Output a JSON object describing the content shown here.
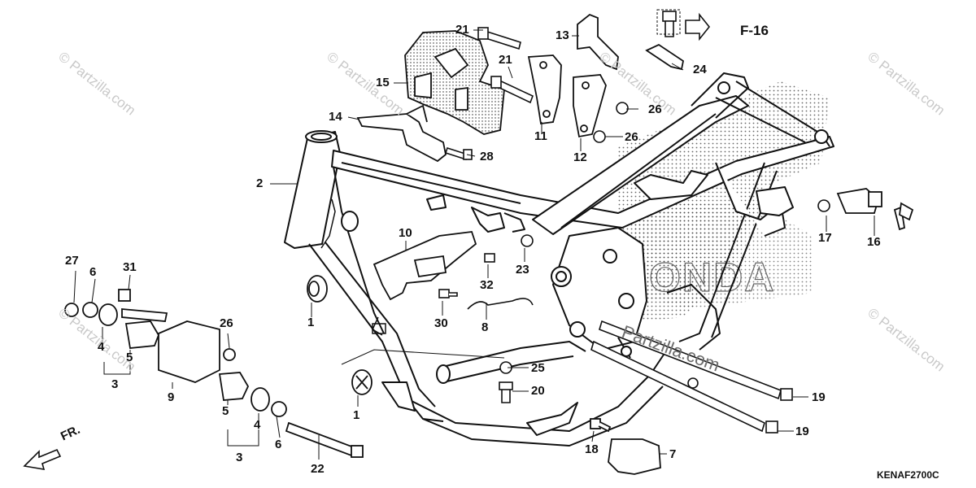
{
  "diagram": {
    "diagram_code": "KENAF2700C",
    "reference": "F-16",
    "direction_label": "FR.",
    "watermark": "© Partzilla.com",
    "center_watermark": "Partzilla.com",
    "background_logo": "HONDA",
    "callouts": [
      {
        "id": "c21a",
        "text": "21"
      },
      {
        "id": "c13",
        "text": "13"
      },
      {
        "id": "c21b",
        "text": "21"
      },
      {
        "id": "c15",
        "text": "15"
      },
      {
        "id": "c24",
        "text": "24"
      },
      {
        "id": "c26a",
        "text": "26"
      },
      {
        "id": "c14",
        "text": "14"
      },
      {
        "id": "c26b",
        "text": "26"
      },
      {
        "id": "c11",
        "text": "11"
      },
      {
        "id": "c12",
        "text": "12"
      },
      {
        "id": "c28",
        "text": "28"
      },
      {
        "id": "c2",
        "text": "2"
      },
      {
        "id": "c10",
        "text": "10"
      },
      {
        "id": "c17",
        "text": "17"
      },
      {
        "id": "c16",
        "text": "16"
      },
      {
        "id": "c23",
        "text": "23"
      },
      {
        "id": "c32",
        "text": "32"
      },
      {
        "id": "c27",
        "text": "27"
      },
      {
        "id": "c6a",
        "text": "6"
      },
      {
        "id": "c31",
        "text": "31"
      },
      {
        "id": "c1a",
        "text": "1"
      },
      {
        "id": "c30",
        "text": "30"
      },
      {
        "id": "c8",
        "text": "8"
      },
      {
        "id": "c26c",
        "text": "26"
      },
      {
        "id": "c4a",
        "text": "4"
      },
      {
        "id": "c5a",
        "text": "5"
      },
      {
        "id": "c3a",
        "text": "3"
      },
      {
        "id": "c9",
        "text": "9"
      },
      {
        "id": "c25",
        "text": "25"
      },
      {
        "id": "c20",
        "text": "20"
      },
      {
        "id": "c1b",
        "text": "1"
      },
      {
        "id": "c19a",
        "text": "19"
      },
      {
        "id": "c5b",
        "text": "5"
      },
      {
        "id": "c4b",
        "text": "4"
      },
      {
        "id": "c6b",
        "text": "6"
      },
      {
        "id": "c3b",
        "text": "3"
      },
      {
        "id": "c18",
        "text": "18"
      },
      {
        "id": "c7",
        "text": "7"
      },
      {
        "id": "c19b",
        "text": "19"
      },
      {
        "id": "c22",
        "text": "22"
      }
    ]
  }
}
